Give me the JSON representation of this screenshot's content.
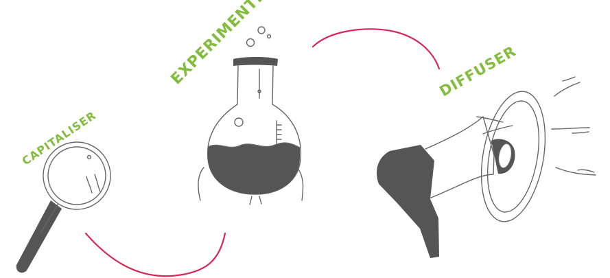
{
  "labels": {
    "capitaliser": "CAPITALISER",
    "experimenter": "EXPERIMENTER",
    "diffuser": "DIFFUSER"
  },
  "colors": {
    "label": "#84bd3d",
    "connector": "#d6275a",
    "illustration": "#555555",
    "outline": "#666666"
  },
  "icons": {
    "capitaliser": "magnifying-glass-icon",
    "experimenter": "flask-icon",
    "diffuser": "megaphone-icon"
  }
}
